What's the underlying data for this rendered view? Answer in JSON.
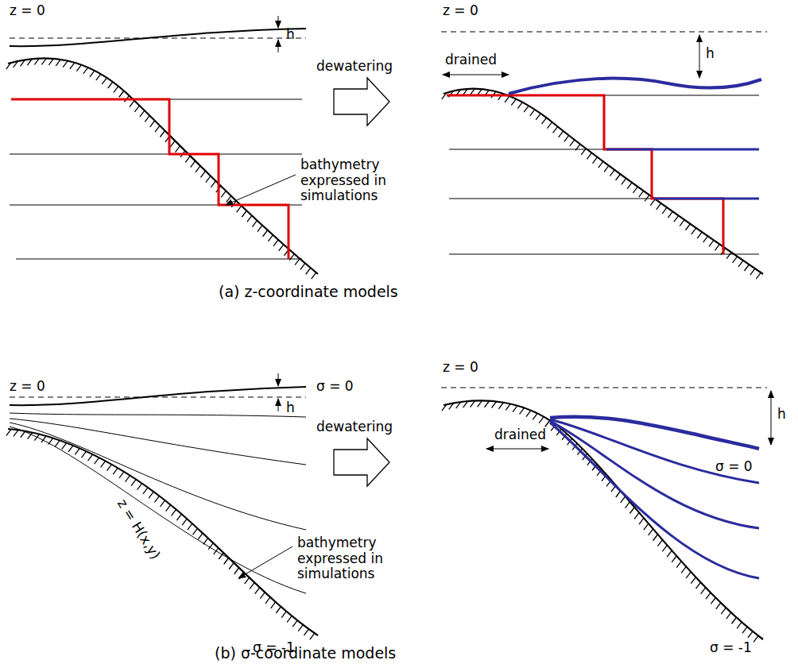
{
  "diagram": {
    "labels": [
      "z = 0",
      "h",
      "dewatering",
      "bathymetry expressed in simulations",
      "z = 0",
      "drained",
      "h",
      "(a) z-coordinate models",
      "z = 0",
      "σ = 0",
      "h",
      "dewatering",
      "z = H(x,y)",
      "bathymetry expressed in simulations",
      "σ = -1",
      "z = 0",
      "drained",
      "h",
      "σ = 0",
      "σ = -1",
      "(b) σ-coordinate models"
    ]
  }
}
